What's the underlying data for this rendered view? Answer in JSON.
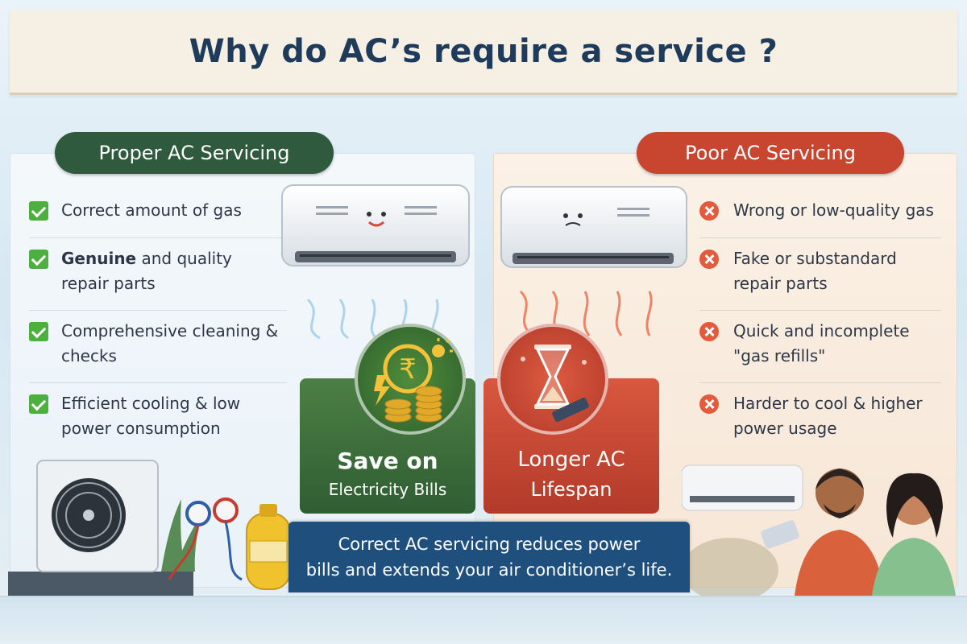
{
  "title": "Why do AC’s require a service ?",
  "proper": {
    "heading": "Proper AC Servicing",
    "items": [
      {
        "bold": "",
        "text": "Correct amount of gas"
      },
      {
        "bold": "Genuine",
        "text": " and quality repair parts"
      },
      {
        "bold": "",
        "text": "Comprehensive cleaning & checks"
      },
      {
        "bold": "",
        "text": "Efficient cooling & low power consumption"
      }
    ],
    "icon": "check-icon"
  },
  "poor": {
    "heading": "Poor AC Servicing",
    "items": [
      {
        "text": "Wrong or low-quality gas"
      },
      {
        "text": "Fake or substandard repair parts"
      },
      {
        "text": "Quick and incomplete \"gas refills\""
      },
      {
        "text": "Harder to cool & higher power usage"
      }
    ],
    "icon": "cross-icon"
  },
  "badges": {
    "save": {
      "line1": "Save on",
      "line2": "Electricity Bills",
      "icon": "rupee-coins-icon"
    },
    "lifespan": {
      "line1": "Longer AC",
      "line2": "Lifespan",
      "icon": "hourglass-icon"
    }
  },
  "banner": {
    "line1": "Correct AC servicing reduces power",
    "line2": "bills and extends your air conditioner’s life."
  },
  "colors": {
    "title": "#1f3b5c",
    "proper_accent": "#2f5a3e",
    "check": "#4caf3e",
    "poor_accent": "#c8452f",
    "cross": "#e35a3c",
    "banner": "#1f4f7d"
  }
}
